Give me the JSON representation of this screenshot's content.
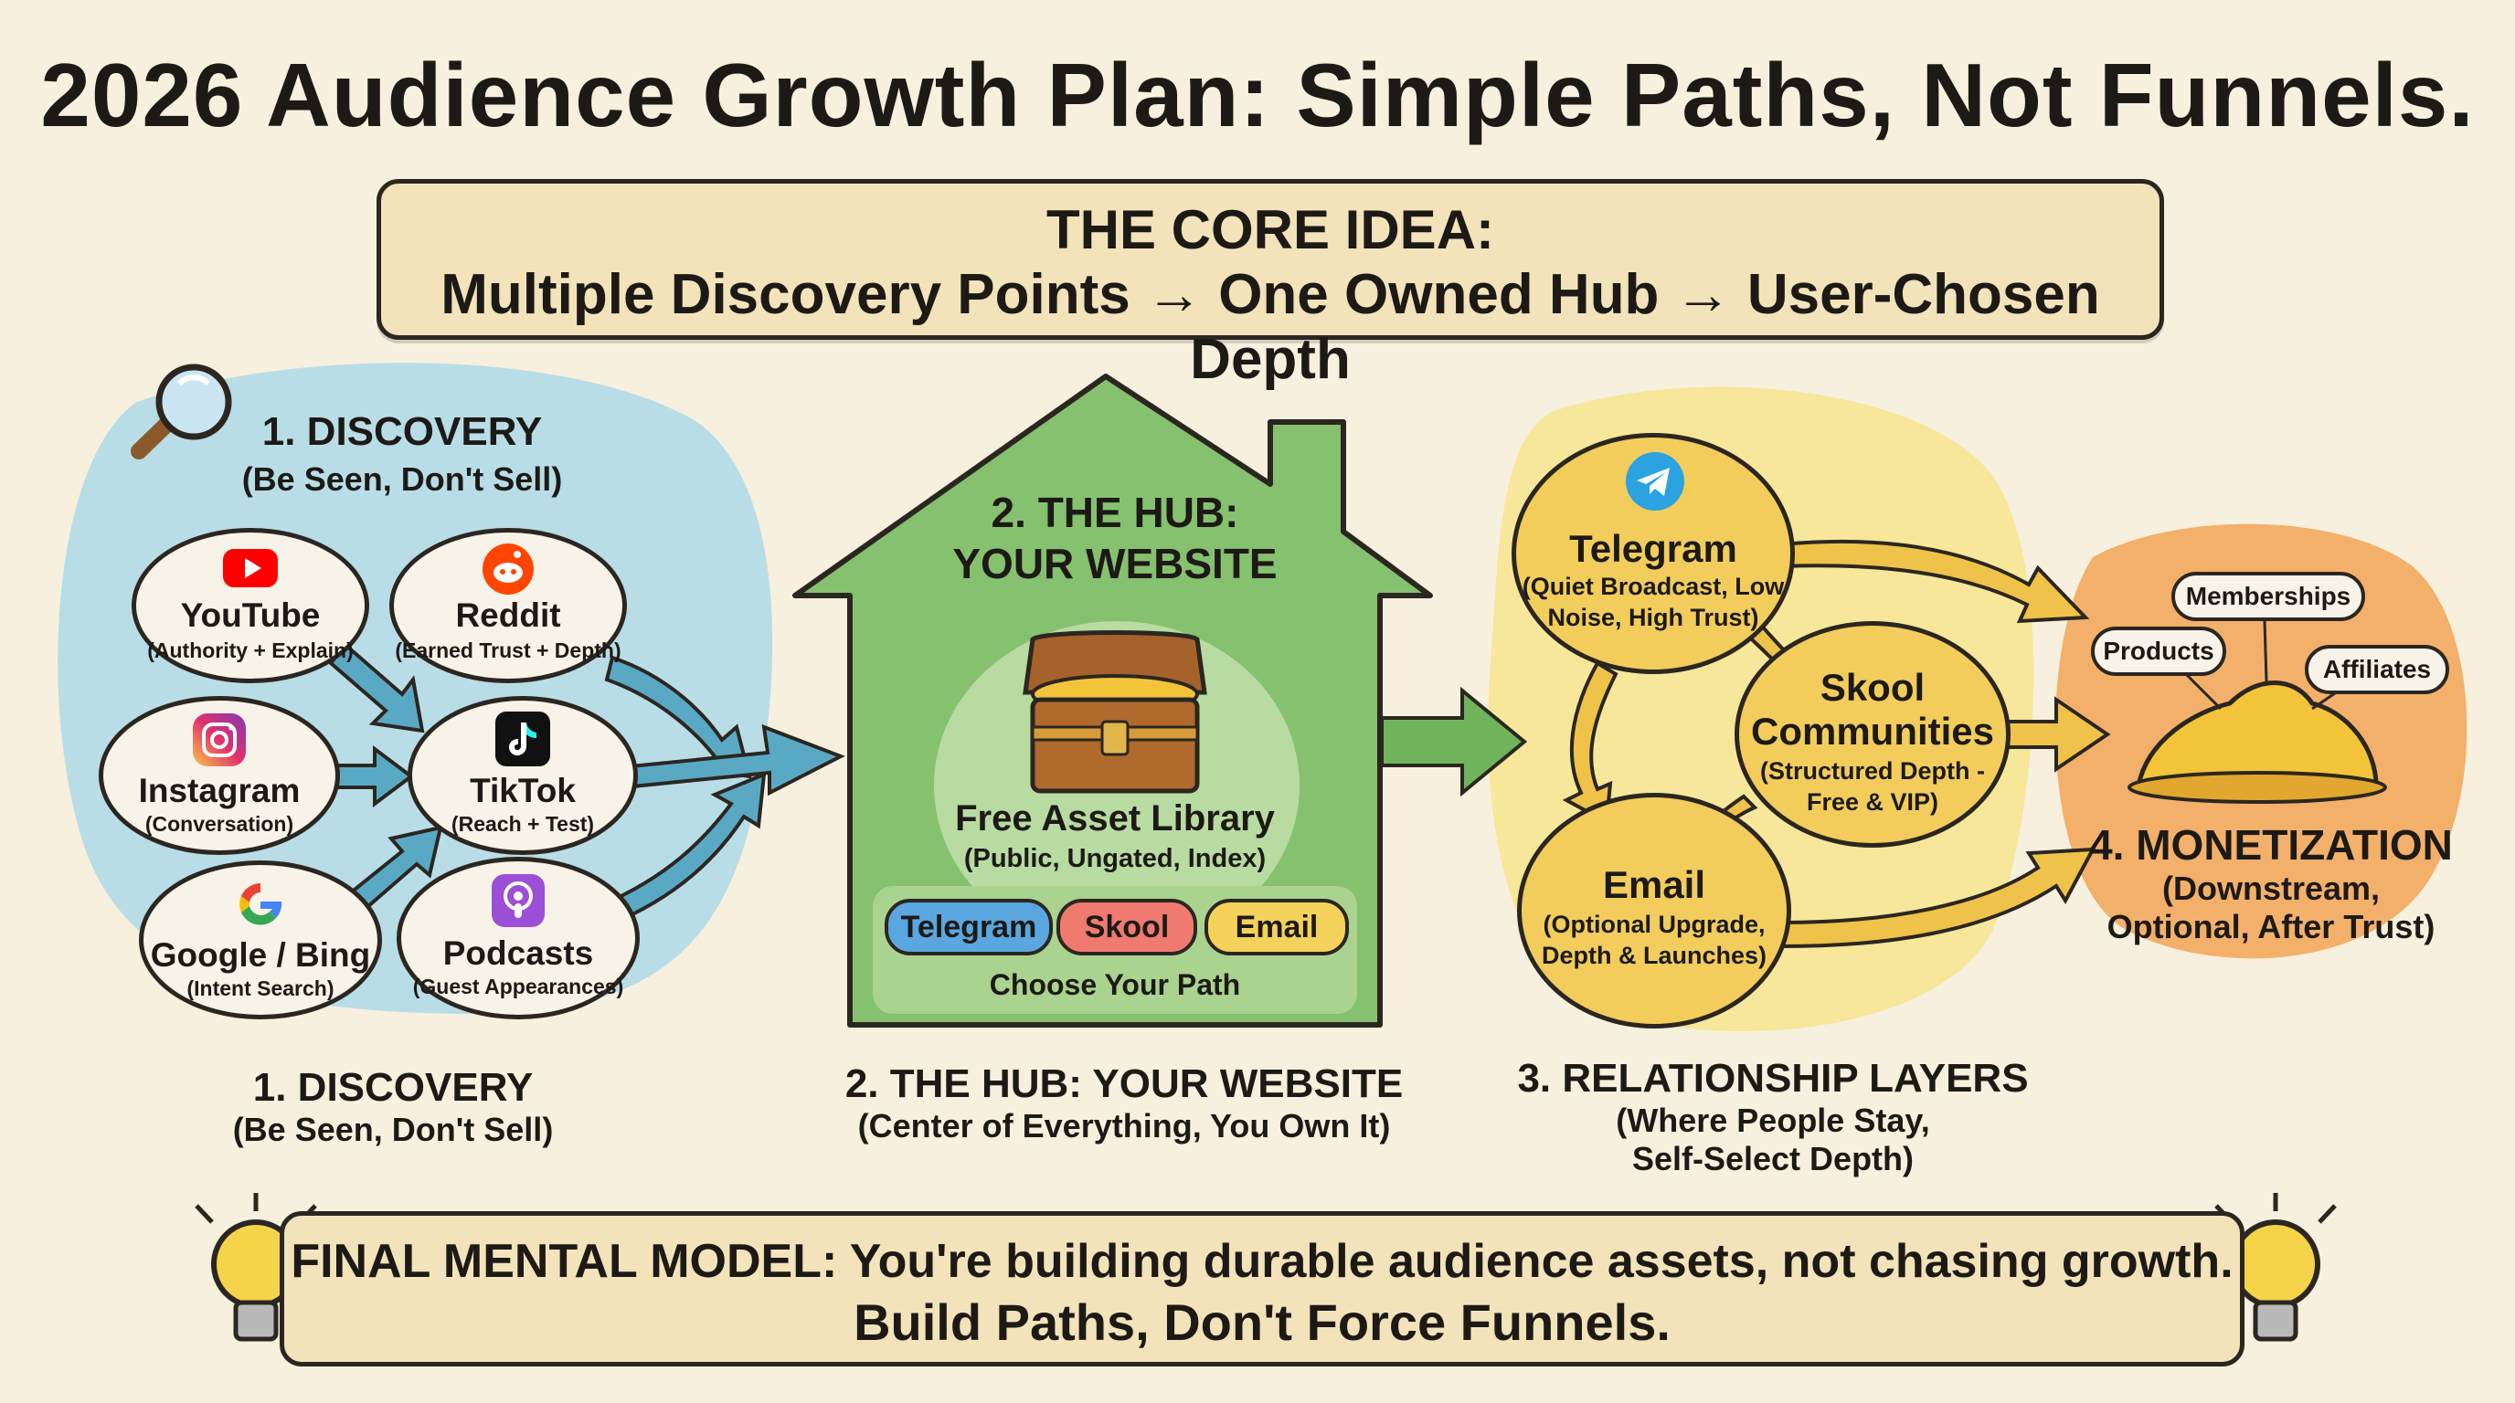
{
  "title": "2026 Audience Growth Plan: Simple Paths, Not Funnels.",
  "core_idea": {
    "heading": "THE CORE IDEA:",
    "flow": "Multiple Discovery Points → One Owned Hub → User-Chosen Depth"
  },
  "discovery": {
    "header_title": "1. DISCOVERY",
    "header_subtitle": "(Be Seen, Don't Sell)",
    "footer_title": "1. DISCOVERY",
    "footer_subtitle": "(Be Seen, Don't Sell)",
    "channels": [
      {
        "name": "YouTube",
        "desc": "(Authority + Explain)",
        "icon": "youtube-icon"
      },
      {
        "name": "Reddit",
        "desc": "(Earned Trust + Depth)",
        "icon": "reddit-icon"
      },
      {
        "name": "Instagram",
        "desc": "(Conversation)",
        "icon": "instagram-icon"
      },
      {
        "name": "TikTok",
        "desc": "(Reach + Test)",
        "icon": "tiktok-icon"
      },
      {
        "name": "Google / Bing",
        "desc": "(Intent Search)",
        "icon": "google-icon"
      },
      {
        "name": "Podcasts",
        "desc": "(Guest Appearances)",
        "icon": "podcasts-icon"
      }
    ]
  },
  "hub": {
    "title_line1": "2. THE HUB:",
    "title_line2": "YOUR WEBSITE",
    "library_title": "Free Asset Library",
    "library_desc": "(Public, Ungated, Index)",
    "paths": [
      "Telegram",
      "Skool",
      "Email"
    ],
    "choose_label": "Choose Your Path",
    "footer_title": "2. THE HUB: YOUR WEBSITE",
    "footer_subtitle": "(Center of Everything, You Own It)"
  },
  "relationship": {
    "telegram": {
      "name": "Telegram",
      "desc_line1": "(Quiet Broadcast, Low",
      "desc_line2": "Noise, High Trust)"
    },
    "skool": {
      "name_line1": "Skool",
      "name_line2": "Communities",
      "desc_line1": "(Structured Depth -",
      "desc_line2": "Free & VIP)"
    },
    "email": {
      "name": "Email",
      "desc_line1": "(Optional Upgrade,",
      "desc_line2": "Depth & Launches)"
    },
    "footer_title": "3. RELATIONSHIP LAYERS",
    "footer_subtitle_line1": "(Where People Stay,",
    "footer_subtitle_line2": "Self-Select Depth)"
  },
  "monetization": {
    "tags": [
      "Memberships",
      "Products",
      "Affiliates"
    ],
    "title": "4. MONETIZATION",
    "subtitle_line1": "(Downstream,",
    "subtitle_line2": "Optional, After Trust)"
  },
  "final": {
    "line1": "FINAL MENTAL MODEL: You're building durable audience assets, not chasing growth.",
    "line2": "Build Paths, Don't Force Funnels."
  },
  "colors": {
    "background": "#f7f0de",
    "discovery_blob": "#b9dde6",
    "hub_house": "#86c170",
    "relationship_blob": "#f6e79a",
    "relationship_circle": "#f2cd5c",
    "monetization_blob": "#f3b06a",
    "arrow_blue": "#5aa9c4",
    "arrow_green": "#6fb35a",
    "arrow_yellow": "#efc24a",
    "telegram_button": "#5aa7e0",
    "skool_button": "#ef7a70",
    "email_button": "#f4d15a"
  }
}
